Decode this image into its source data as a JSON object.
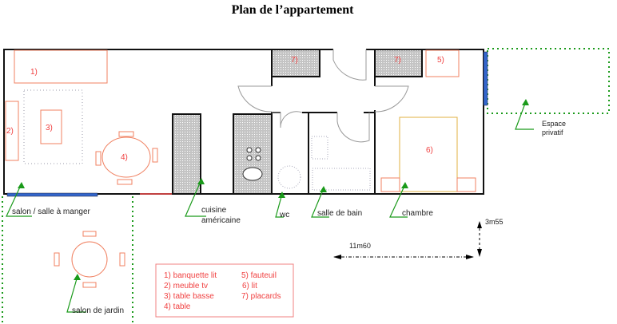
{
  "title": "Plan  de  l’appartement",
  "furniture_marks": {
    "banquette": "1)",
    "meuble_tv": "2)",
    "table_basse": "3)",
    "table": "4)",
    "fauteuil": "5)",
    "lit": "6)",
    "placard_1": "7)",
    "placard_2": "7)"
  },
  "rooms": {
    "salon": "salon / salle à manger",
    "cuisine_1": "cuisine",
    "cuisine_2": "américaine",
    "wc": "wc",
    "salle_de_bain": "salle de bain",
    "chambre": "chambre",
    "espace_1": "Espace",
    "espace_2": "privatif",
    "jardin": "salon de jardin"
  },
  "dimensions": {
    "length": "11m60",
    "width": "3m55"
  },
  "legend": {
    "items": [
      "1) banquette lit",
      "2) meuble tv",
      "3) table basse",
      "4) table",
      "5) fauteuil",
      "6) lit",
      "7) placards"
    ]
  },
  "colors": {
    "wall": "#111111",
    "furniture": "#f08060",
    "label_red": "#f04040",
    "window": "#3366cc",
    "outdoor": "#1a9a1a",
    "closet": "#c8c8c8"
  }
}
